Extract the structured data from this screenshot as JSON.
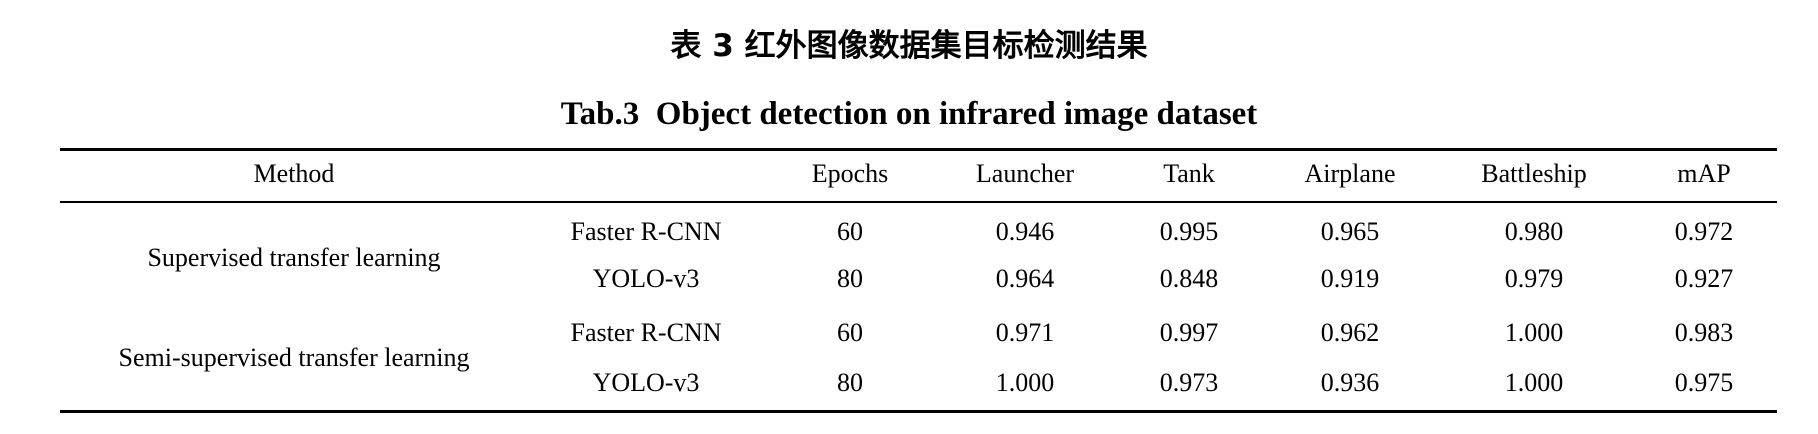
{
  "caption": {
    "cn": "表 3  红外图像数据集目标检测结果",
    "en": "Tab.3  Object detection on infrared image dataset"
  },
  "table": {
    "headers": [
      "Method",
      "Epochs",
      "Launcher",
      "Tank",
      "Airplane",
      "Battleship",
      "mAP"
    ],
    "groups": [
      {
        "method": "Supervised transfer learning",
        "rows": [
          {
            "model": "Faster R-CNN",
            "epochs": "60",
            "launcher": "0.946",
            "tank": "0.995",
            "airplane": "0.965",
            "battleship": "0.980",
            "map": "0.972"
          },
          {
            "model": "YOLO-v3",
            "epochs": "80",
            "launcher": "0.964",
            "tank": "0.848",
            "airplane": "0.919",
            "battleship": "0.979",
            "map": "0.927"
          }
        ]
      },
      {
        "method": "Semi-supervised transfer learning",
        "rows": [
          {
            "model": "Faster R-CNN",
            "epochs": "60",
            "launcher": "0.971",
            "tank": "0.997",
            "airplane": "0.962",
            "battleship": "1.000",
            "map": "0.983"
          },
          {
            "model": "YOLO-v3",
            "epochs": "80",
            "launcher": "1.000",
            "tank": "0.973",
            "airplane": "0.936",
            "battleship": "1.000",
            "map": "0.975"
          }
        ]
      }
    ]
  }
}
